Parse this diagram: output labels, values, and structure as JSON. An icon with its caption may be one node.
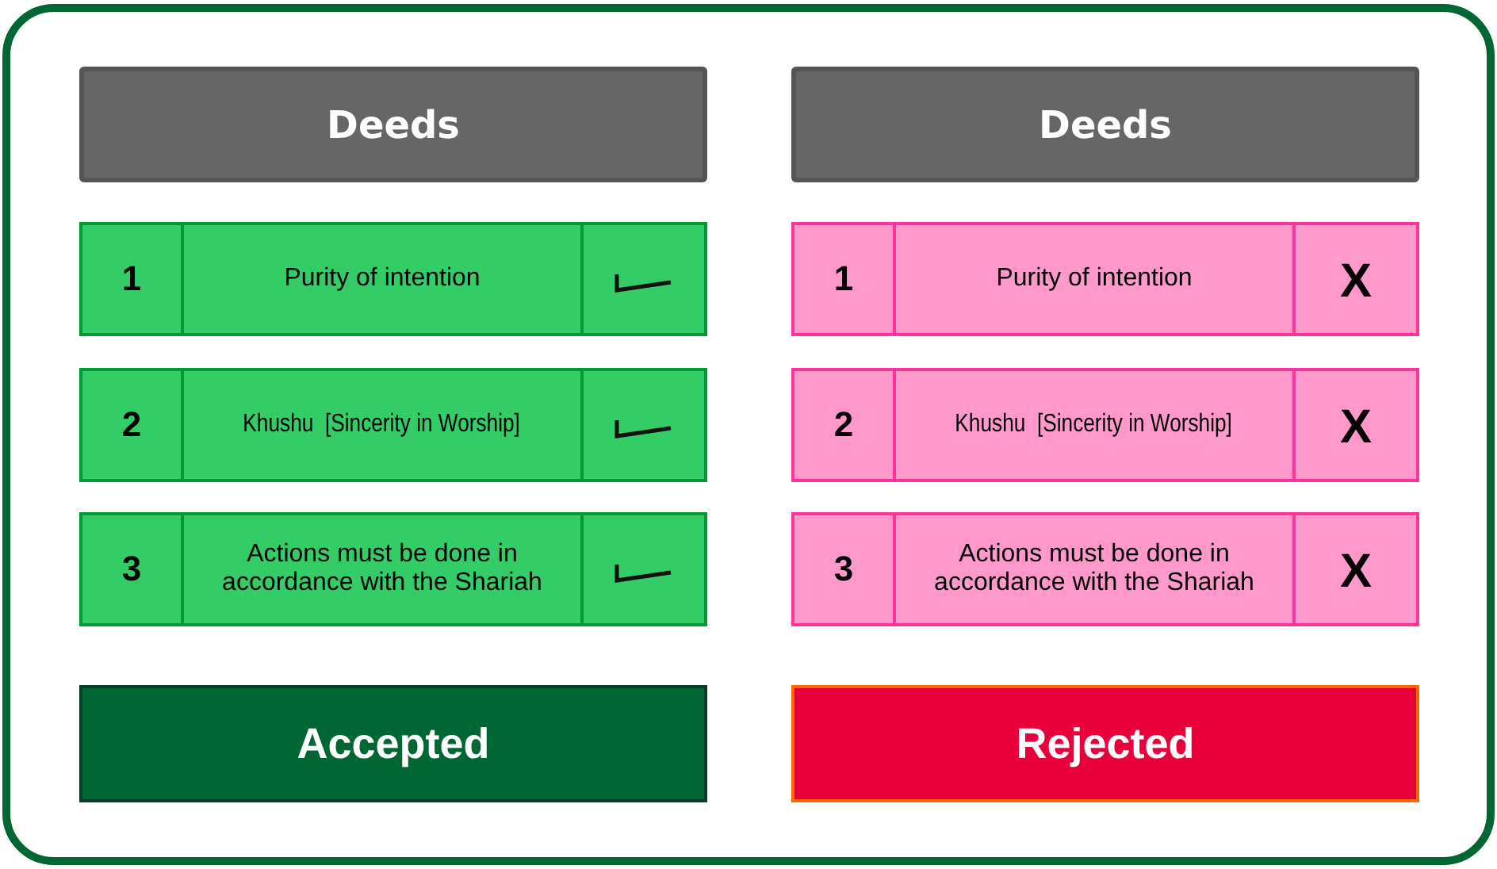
{
  "diagram": {
    "nodes": [
      {
        "text": [
          "Deeds"
        ]
      },
      {
        "text": [
          "Deeds"
        ]
      },
      {
        "text": [
          "1",
          "Purity of intention"
        ]
      },
      {
        "text": [
          "1",
          "Purity of intention",
          "X"
        ]
      },
      {
        "text": [
          "2",
          "Khushu  [Sincerity in Worship]"
        ]
      },
      {
        "text": [
          "2",
          "Khushu  [Sincerity in Worship]",
          "X"
        ]
      },
      {
        "text": [
          "3",
          "Actions must be done in accordance with the Shariah"
        ]
      },
      {
        "text": [
          "3",
          "Actions must be done in accordance with the Shariah",
          "X"
        ]
      },
      {
        "text": [
          "Accepted"
        ]
      },
      {
        "text": [
          "Rejected"
        ]
      }
    ]
  }
}
